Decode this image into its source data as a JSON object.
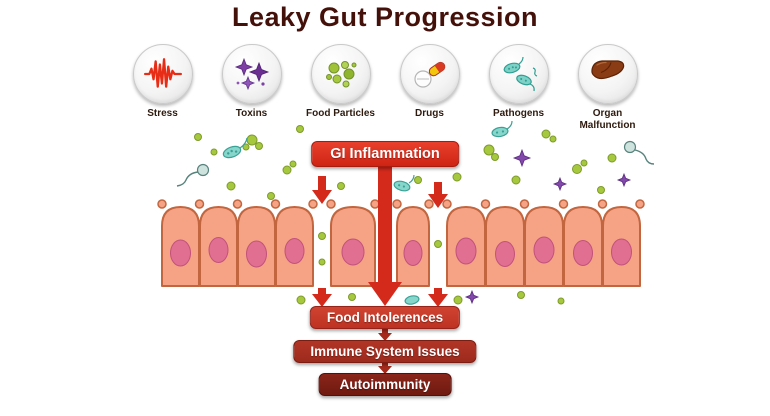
{
  "title": "Leaky Gut Progression",
  "triggers": [
    {
      "label": "Stress",
      "icon": "stress-waveform-icon"
    },
    {
      "label": "Toxins",
      "icon": "toxins-icon"
    },
    {
      "label": "Food Particles",
      "icon": "food-particles-icon"
    },
    {
      "label": "Drugs",
      "icon": "drugs-icon"
    },
    {
      "label": "Pathogens",
      "icon": "pathogens-icon"
    },
    {
      "label": "Organ Malfunction",
      "icon": "organ-malfunction-icon"
    }
  ],
  "banners": {
    "gi_inflammation": "GI Inflammation",
    "food_intolerences": "Food Intolerences",
    "immune_system_issues": "Immune System Issues",
    "autoimmunity": "Autoimmunity"
  },
  "colors": {
    "title_text": "#44100a",
    "banner_bright_red": "#d3291c",
    "banner_mid_red": "#c03a2b",
    "banner_dark_red": "#a62d22",
    "banner_maroon": "#7d1f16",
    "arrow_red": "#d42a1c",
    "cell_fill": "#f6a385",
    "cell_outline": "#c2663f",
    "cell_nucleus": "#e06f92",
    "particle_green": "#a6c83e",
    "toxin_purple": "#8248aa",
    "pathogen_teal": "#86d6cb",
    "liver_brown": "#8a3c14"
  }
}
